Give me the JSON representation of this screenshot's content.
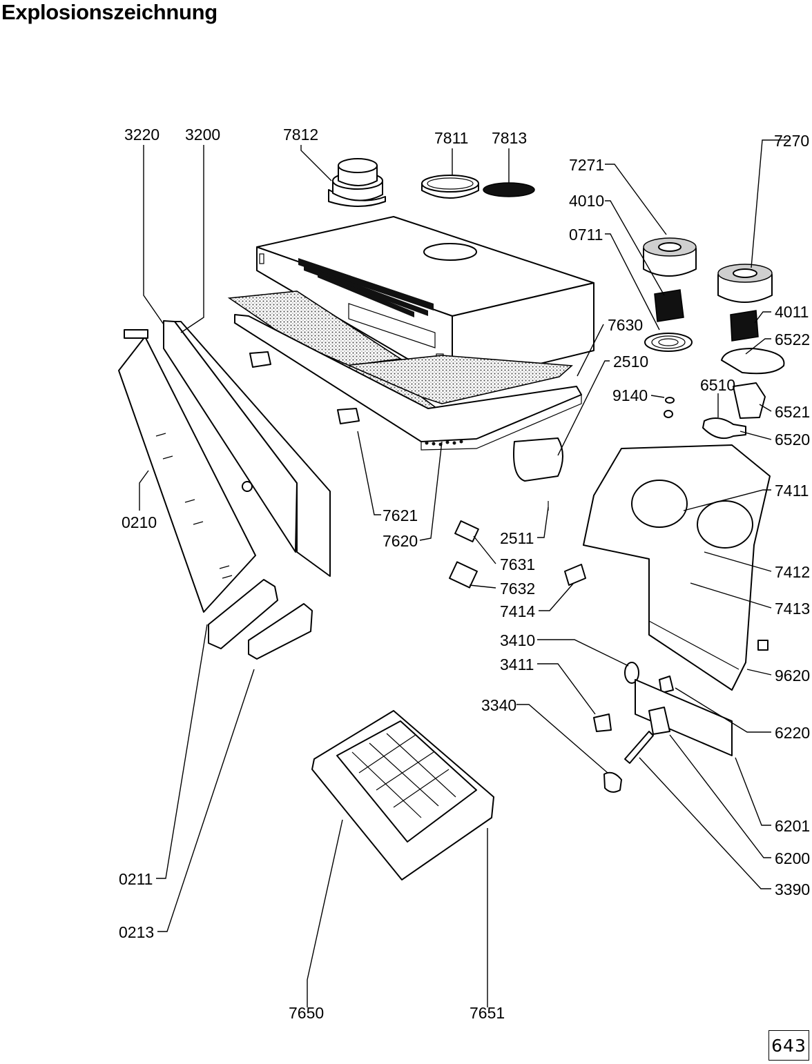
{
  "title": "Explosionszeichnung",
  "page_number": "643",
  "part_labels": {
    "p3220": "3220",
    "p3200": "3200",
    "p7812": "7812",
    "p7811": "7811",
    "p7813": "7813",
    "p7270": "7270",
    "p7271": "7271",
    "p4010": "4010",
    "p0711": "0711",
    "p4011": "4011",
    "p6522": "6522",
    "p7630": "7630",
    "p2510": "2510",
    "p9140": "9140",
    "p6510": "6510",
    "p6521": "6521",
    "p6520": "6520",
    "p7411": "7411",
    "p0210": "0210",
    "p7621": "7621",
    "p7620": "7620",
    "p2511": "2511",
    "p7631": "7631",
    "p7632": "7632",
    "p7412": "7412",
    "p7414": "7414",
    "p7413": "7413",
    "p3410": "3410",
    "p3411": "3411",
    "p9620": "9620",
    "p3340": "3340",
    "p6220": "6220",
    "p6201": "6201",
    "p6200": "6200",
    "p0211": "0211",
    "p3390": "3390",
    "p0213": "0213",
    "p7650": "7650",
    "p7651": "7651"
  }
}
